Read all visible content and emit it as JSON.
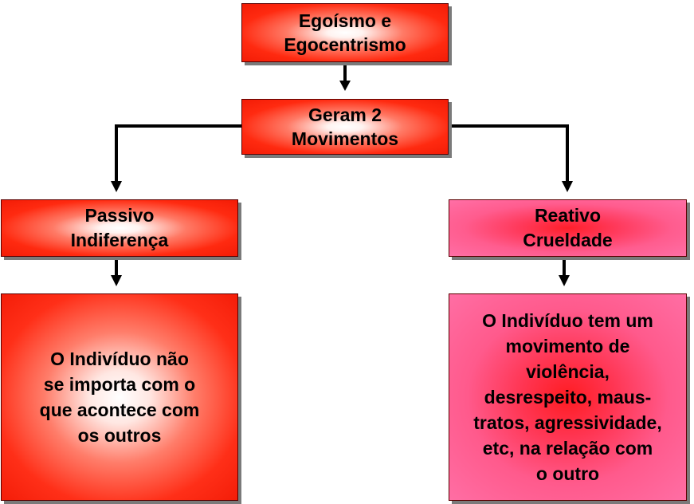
{
  "diagram": {
    "root": {
      "label": "Egoísmo e\nEgocentrismo"
    },
    "middle": {
      "label": "Geram 2\nMovimentos"
    },
    "left_branch": {
      "title": "Passivo\nIndiferença",
      "description": "O Indivíduo não\nse importa com o\nque acontece com\nos outros"
    },
    "right_branch": {
      "title": "Reativo\nCrueldade",
      "description": "O Indivíduo tem um\nmovimento de\nviolência,\ndesrespeito, maus-\ntratos, agressividade,\netc,  na relação com\no outro"
    }
  },
  "colors": {
    "red_box": "#ff2a10",
    "pink_box": "#ff6fa6",
    "arrow": "#000000",
    "shadow": "#7a7a7a"
  }
}
